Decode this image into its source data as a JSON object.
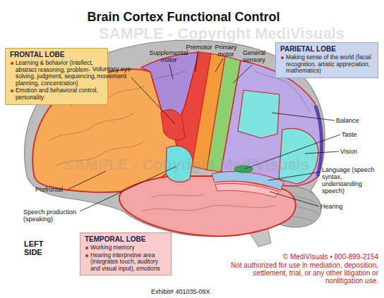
{
  "diagram": {
    "title": "Brain Cortex Functional Control",
    "nodes": [
      {
        "text": [
          "FRONTAL LOBE",
          "Learning & behavior (intellect, abstract reasoning, problem-solving, judgment, sequencing, planning, concentration)",
          "Emotion and behavioral control, personality"
        ]
      },
      {
        "text": [
          "PARIETAL LOBE",
          "Making sense of the world (facial recognition, artistic appreciation, mathematics)"
        ]
      },
      {
        "text": [
          "TEMPORAL LOBE",
          "Working memory",
          "Hearing interpretive area (integrates touch, auditory and visual input), emotions"
        ]
      }
    ],
    "labels": [
      "Premotor",
      "Supplemental motor",
      "Primary motor",
      "General sensory",
      "Voluntary eye movement",
      "Balance",
      "Taste",
      "Vision",
      "Language (speech syntax, understanding speech)",
      "Hearing",
      "Prefrontal",
      "Speech production (speaking)",
      "LEFT SIDE",
      "© MediVisuals • 800-899-2154",
      "Not authorized for use in mediation, deposition, settlement, trial, or any other litigation or nonlitigation use.",
      "Exhibit# 401035-09X",
      "SAMPLE - Copyright MediVisuals",
      "SAMPLE - Copyright MediVisuals"
    ]
  }
}
